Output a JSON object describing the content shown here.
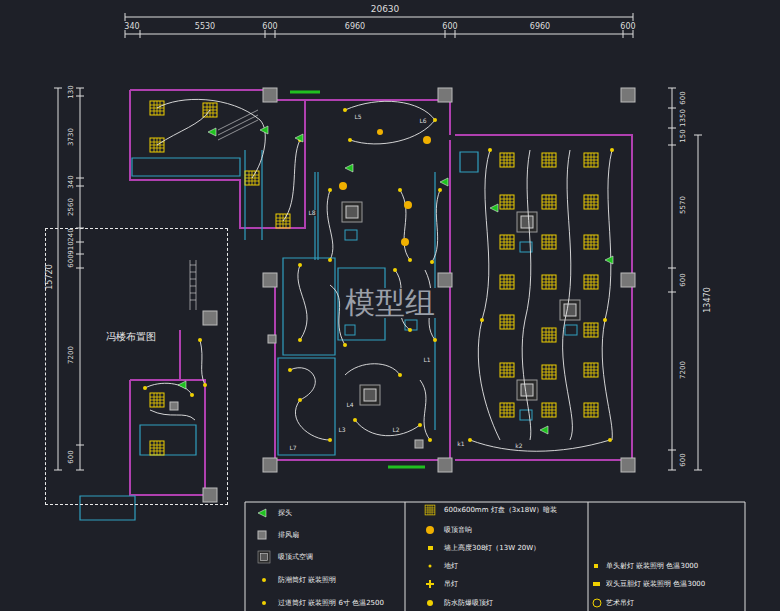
{
  "diagram": {
    "nodes": [
      {
        "text": [
          "冯楼布置图"
        ]
      }
    ],
    "edges": [],
    "labels": [
      "20630",
      "340",
      "5530",
      "600",
      "6960",
      "600",
      "6960",
      "600",
      "130",
      "3730",
      "340",
      "2560",
      "240",
      "910",
      "600",
      "15720",
      "7200",
      "600",
      "600",
      "1350",
      "150",
      "5570",
      "600",
      "13470",
      "7200",
      "600",
      "模型组",
      "L5",
      "L6",
      "L8",
      "L4",
      "L3",
      "L2",
      "L7",
      "L1",
      "k1",
      "k2"
    ],
    "legend": [
      {
        "text": "探头"
      },
      {
        "text": "排风扇"
      },
      {
        "text": "吸顶式空调"
      },
      {
        "text": "防潮筒灯 嵌装照明"
      },
      {
        "text": "过道筒灯 嵌装照明 6寸 色温2500"
      },
      {
        "text": "600x600mm 灯盘（3x18W）暗装"
      },
      {
        "text": "吸顶音响"
      },
      {
        "text": "墙上高度308灯（13W 20W）"
      },
      {
        "text": "地灯"
      },
      {
        "text": "吊灯"
      },
      {
        "text": "防水防爆吸顶灯"
      },
      {
        "text": "单头射灯 嵌装照明 色温3000"
      },
      {
        "text": "双头豆胆灯 嵌装照明 色温3000"
      },
      {
        "text": "艺术吊灯"
      }
    ]
  }
}
